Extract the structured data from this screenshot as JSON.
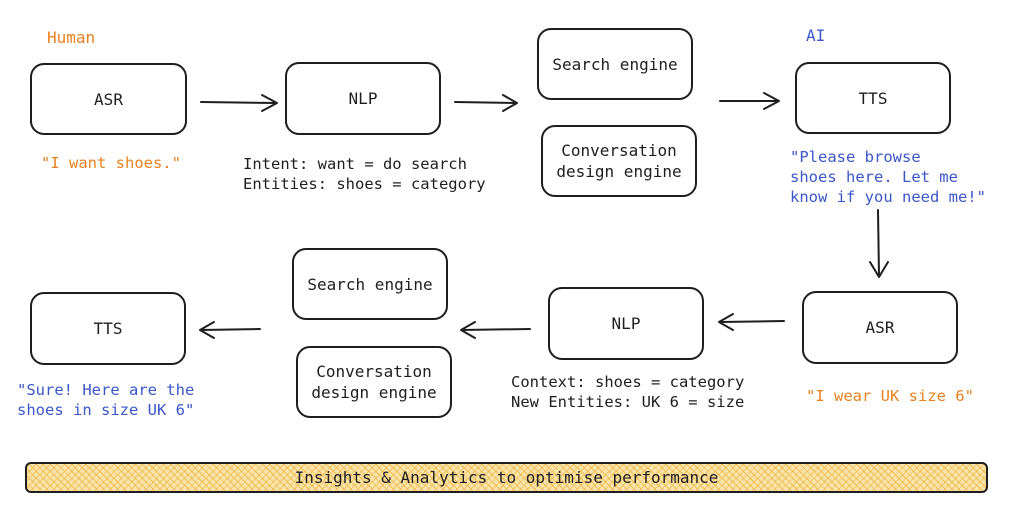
{
  "labels": {
    "human": "Human",
    "ai": "AI"
  },
  "row1": {
    "asr": "ASR",
    "nlp": "NLP",
    "search_engine": "Search engine",
    "conversation_engine": "Conversation design engine",
    "tts": "TTS",
    "user_quote": "\"I want shoes.\"",
    "nlp_output": "Intent: want = do search\nEntities: shoes = category",
    "ai_quote": "\"Please browse\nshoes here. Let me\nknow if you need me!\""
  },
  "row2": {
    "asr": "ASR",
    "nlp": "NLP",
    "search_engine": "Search engine",
    "conversation_engine": "Conversation design engine",
    "tts": "TTS",
    "user_quote": "\"I wear UK size 6\"",
    "nlp_output": "Context: shoes = category\nNew Entities: UK 6 = size",
    "ai_quote": "\"Sure! Here are the\nshoes in size UK 6\""
  },
  "banner": "Insights & Analytics to optimise performance",
  "colors": {
    "human": "#e8811f",
    "ai": "#3b56c9",
    "stroke": "#1e1e1e",
    "banner_fill": "#fbe5a6"
  }
}
